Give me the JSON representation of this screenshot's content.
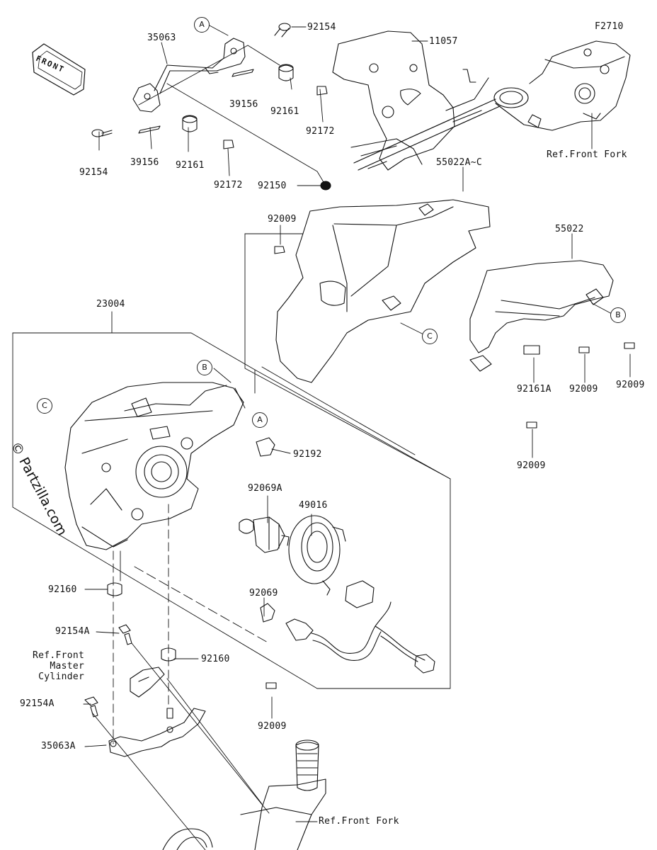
{
  "figure_code": "F2710",
  "front_badge": "FRONT",
  "watermark": "© Partzilla.com",
  "callouts": [
    "A",
    "B",
    "C",
    "A",
    "B",
    "C"
  ],
  "labels": {
    "p35063": "35063",
    "p92154_top": "92154",
    "p11057": "11057",
    "p39156_a": "39156",
    "p92161_a": "92161",
    "p92172_a": "92172",
    "p92154_left": "92154",
    "p39156_b": "39156",
    "p92161_b": "92161",
    "p92172_b": "92172",
    "p92150": "92150",
    "ref_front_fork_top": "Ref.Front Fork",
    "p55022AC": "55022A~C",
    "p92009_a": "92009",
    "p55022": "55022",
    "p23004": "23004",
    "p92161A": "92161A",
    "p92009_b": "92009",
    "p92009_c": "92009",
    "p92009_d": "92009",
    "p92192": "92192",
    "p92069A": "92069A",
    "p49016": "49016",
    "p92069": "92069",
    "p92160_a": "92160",
    "p92154A_a": "92154A",
    "ref_master_cyl": "Ref.Front\nMaster\nCylinder",
    "p92160_b": "92160",
    "p92154A_b": "92154A",
    "p92009_e": "92009",
    "p35063A": "35063A",
    "ref_front_fork_bottom": "Ref.Front Fork"
  }
}
